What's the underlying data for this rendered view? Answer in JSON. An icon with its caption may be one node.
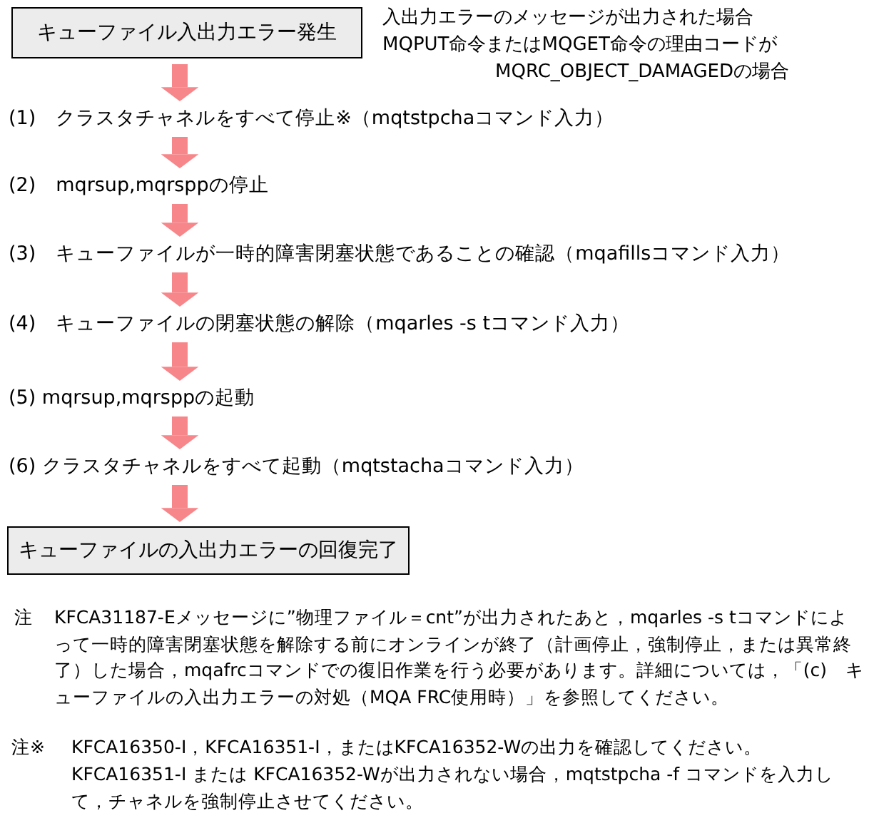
{
  "diagram": {
    "nodes": [
      {
        "text": [
          "キューファイル入出力エラー発生"
        ],
        "beside": [
          "入出力エラーのメッセージが出力された場合",
          "MQPUT命令またはMQGET命令の理由コードがMQRC_OBJECT_DAMAGEDの場合"
        ]
      },
      {
        "text": [
          "(1)　クラスタチャネルをすべて停止※（mqtstpchaコマンド入力）"
        ]
      },
      {
        "text": [
          "(2)　mqrsup,mqrsppの停止"
        ]
      },
      {
        "text": [
          "(3)　キューファイルが一時的障害閉塞状態であることの確認（mqafillsコマンド入力）"
        ]
      },
      {
        "text": [
          "(4)　キューファイルの閉塞状態の解除（mqarles -s tコマンド入力）"
        ]
      },
      {
        "text": [
          "(5) mqrsup,mqrsppの起動"
        ]
      },
      {
        "text": [
          "(6) クラスタチャネルをすべて起動（mqtstachaコマンド入力）"
        ]
      },
      {
        "text": [
          "キューファイルの入出力エラーの回復完了"
        ]
      }
    ],
    "edges": [
      {
        "from": 0,
        "to": 1,
        "arrow": "to"
      },
      {
        "from": 1,
        "to": 2,
        "arrow": "to"
      },
      {
        "from": 2,
        "to": 3,
        "arrow": "to"
      },
      {
        "from": 3,
        "to": 4,
        "arrow": "to"
      },
      {
        "from": 4,
        "to": 5,
        "arrow": "to"
      },
      {
        "from": 5,
        "to": 6,
        "arrow": "to"
      },
      {
        "from": 6,
        "to": 7,
        "arrow": "to"
      }
    ],
    "labels": [
      "注",
      "KFCA31187-Eメッセージに”物理ファイル＝cnt”が出力されたあと，mqarles -s tコマンドによって一時的障害閉塞状態を解除する前にオンラインが終了（計画停止，強制停止，または異常終了）した場合，mqafrcコマンドでの復旧作業を行う必要があります。詳細については，「(c)　キューファイルの入出力エラーの対処（MQA FRC使用時）」を参照してください。",
      "注※",
      "KFCA16350-I，KFCA16351-I，またはKFCA16352-Wの出力を確認してください。",
      "KFCA16351-I または KFCA16352-Wが出力されない場合，mqtstpcha -f コマンドを入力して，チャネルを強制停止させてください。"
    ]
  }
}
